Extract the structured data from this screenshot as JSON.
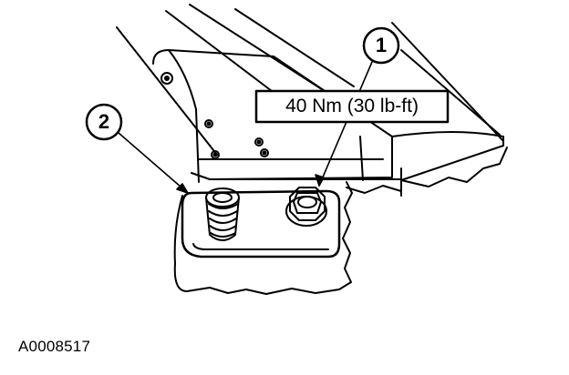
{
  "callouts": {
    "one": "1",
    "two": "2"
  },
  "torque_label": "40 Nm (30 lb-ft)",
  "figure_id": "A0008517",
  "colors": {
    "ink": "#000000",
    "paper": "#ffffff"
  }
}
